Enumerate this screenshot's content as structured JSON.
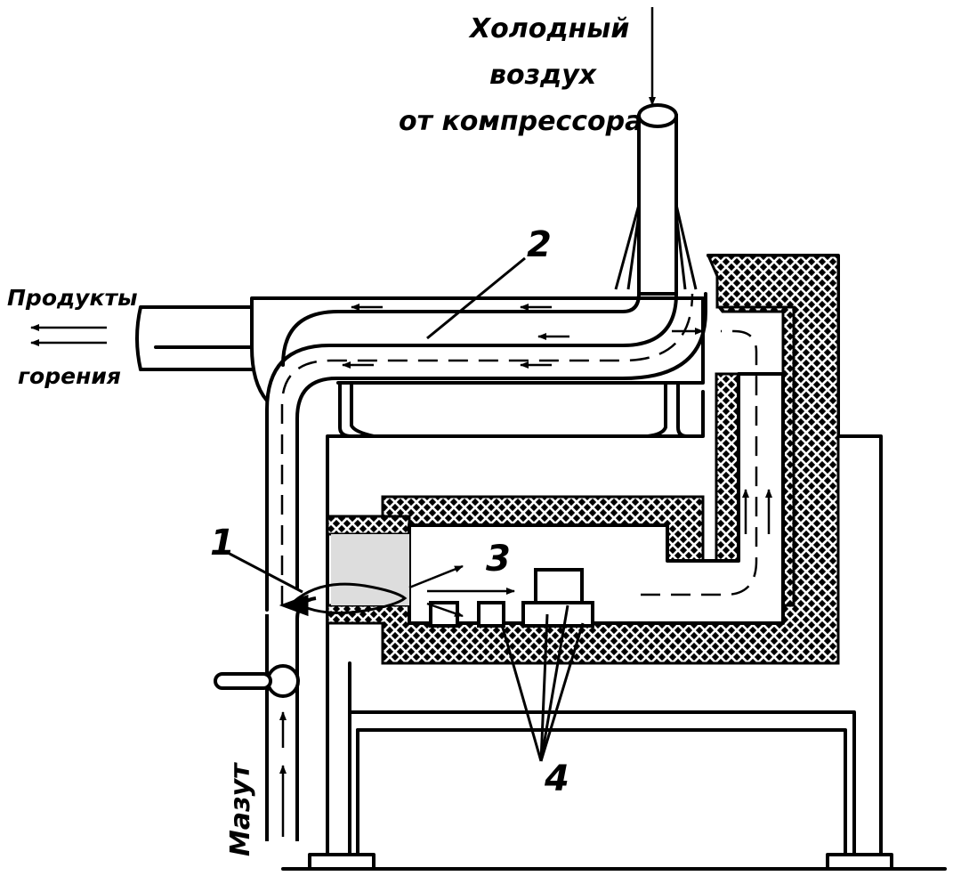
{
  "labels": {
    "air_line1": "Холодный",
    "air_line2": "воздух",
    "air_line3": "от компрессора",
    "exhaust_line1": "Продукты",
    "exhaust_line2": "горения",
    "fuel": "Мазут"
  },
  "callouts": {
    "n1": "1",
    "n2": "2",
    "n3": "3",
    "n4": "4"
  },
  "colors": {
    "ink": "#000000",
    "paper": "#ffffff"
  }
}
